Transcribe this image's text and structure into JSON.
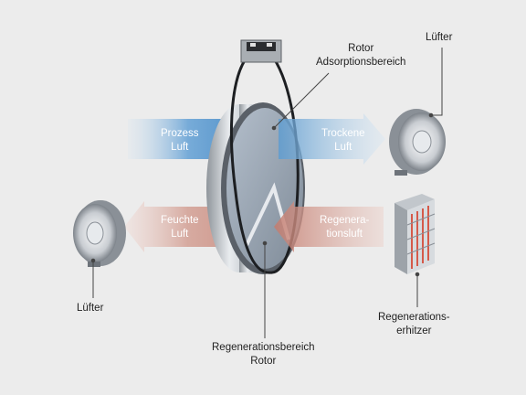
{
  "labels": {
    "rotor_adsorption": [
      "Rotor",
      "Adsorptionsbereich"
    ],
    "fan_top": "Lüfter",
    "process_air": [
      "Prozess",
      "Luft"
    ],
    "dry_air": [
      "Trockene",
      "Luft"
    ],
    "humid_air": [
      "Feuchte",
      "Luft"
    ],
    "regen_air": [
      "Regenera-",
      "tionsluft"
    ],
    "fan_left": "Lüfter",
    "regen_heater": [
      "Regenerations-",
      "erhitzer"
    ],
    "rotor_regen": [
      "Regenerationsbereich",
      "Rotor"
    ]
  },
  "colors": {
    "background": "#ececec",
    "process_arrow": "#4a90c8",
    "return_arrow": "#c98a7e",
    "leader_line": "#444444",
    "rotor_face": "#9aa7b5"
  },
  "icons": {
    "rotor": "desiccant-wheel",
    "fan": "radial-fan",
    "heater": "heater-coil",
    "motor": "drive-motor"
  }
}
